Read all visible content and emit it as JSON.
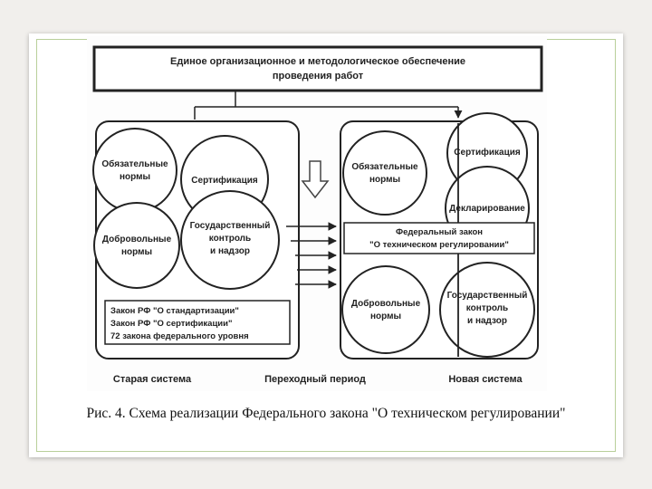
{
  "diagram": {
    "top_box": [
      "Единое организационное и методологическое обеспечение",
      "проведения работ"
    ],
    "old_system": {
      "circles": {
        "mandatory": [
          "Обязательные",
          "нормы"
        ],
        "certification": [
          "Сертификация"
        ],
        "voluntary": [
          "Добровольные",
          "нормы"
        ],
        "state_control": [
          "Государственный",
          "контроль",
          "и надзор"
        ]
      },
      "laws": [
        "Закон РФ \"О стандартизации\"",
        "Закон РФ \"О сертификации\"",
        "72 закона федерального уровня"
      ]
    },
    "new_system": {
      "circles": {
        "mandatory": [
          "Обязательные",
          "нормы"
        ],
        "certification": [
          "Сертификация"
        ],
        "declaration": [
          "Декларирование"
        ],
        "voluntary": [
          "Добровольные",
          "нормы"
        ],
        "state_control": [
          "Государственный",
          "контроль",
          "и надзор"
        ]
      },
      "federal_law": [
        "Федеральный закон",
        "\"О техническом регулировании\""
      ]
    },
    "bottom_labels": {
      "old": "Старая система",
      "transition": "Переходный период",
      "new": "Новая система"
    }
  },
  "caption": "Рис. 4. Схема реализации Федерального закона \"О техническом регулировании\""
}
